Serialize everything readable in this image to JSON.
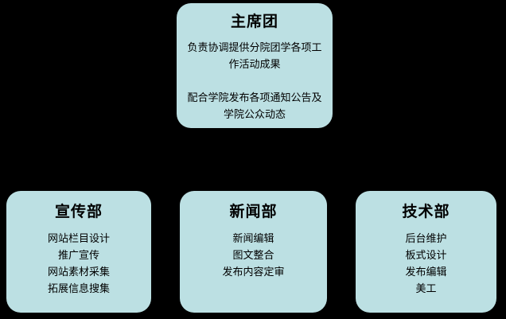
{
  "chart": {
    "type": "org-chart",
    "background_color": "#000000",
    "node_fill_color": "#bce0e3",
    "text_color": "#000000",
    "root": {
      "title": "主席团",
      "paragraphs": [
        [
          "负责协调提供分院团学各项工",
          "作活动成果"
        ],
        [
          "配合学院发布各项通知公告及",
          "学院公众动态"
        ]
      ]
    },
    "departments": [
      {
        "title": "宣传部",
        "items": [
          "网站栏目设计",
          "推广宣传",
          "网站素材采集",
          "拓展信息搜集"
        ]
      },
      {
        "title": "新闻部",
        "items": [
          "新闻编辑",
          "图文整合",
          "发布内容定审"
        ]
      },
      {
        "title": "技术部",
        "items": [
          "后台维护",
          "板式设计",
          "发布编辑",
          "美工"
        ]
      }
    ]
  }
}
